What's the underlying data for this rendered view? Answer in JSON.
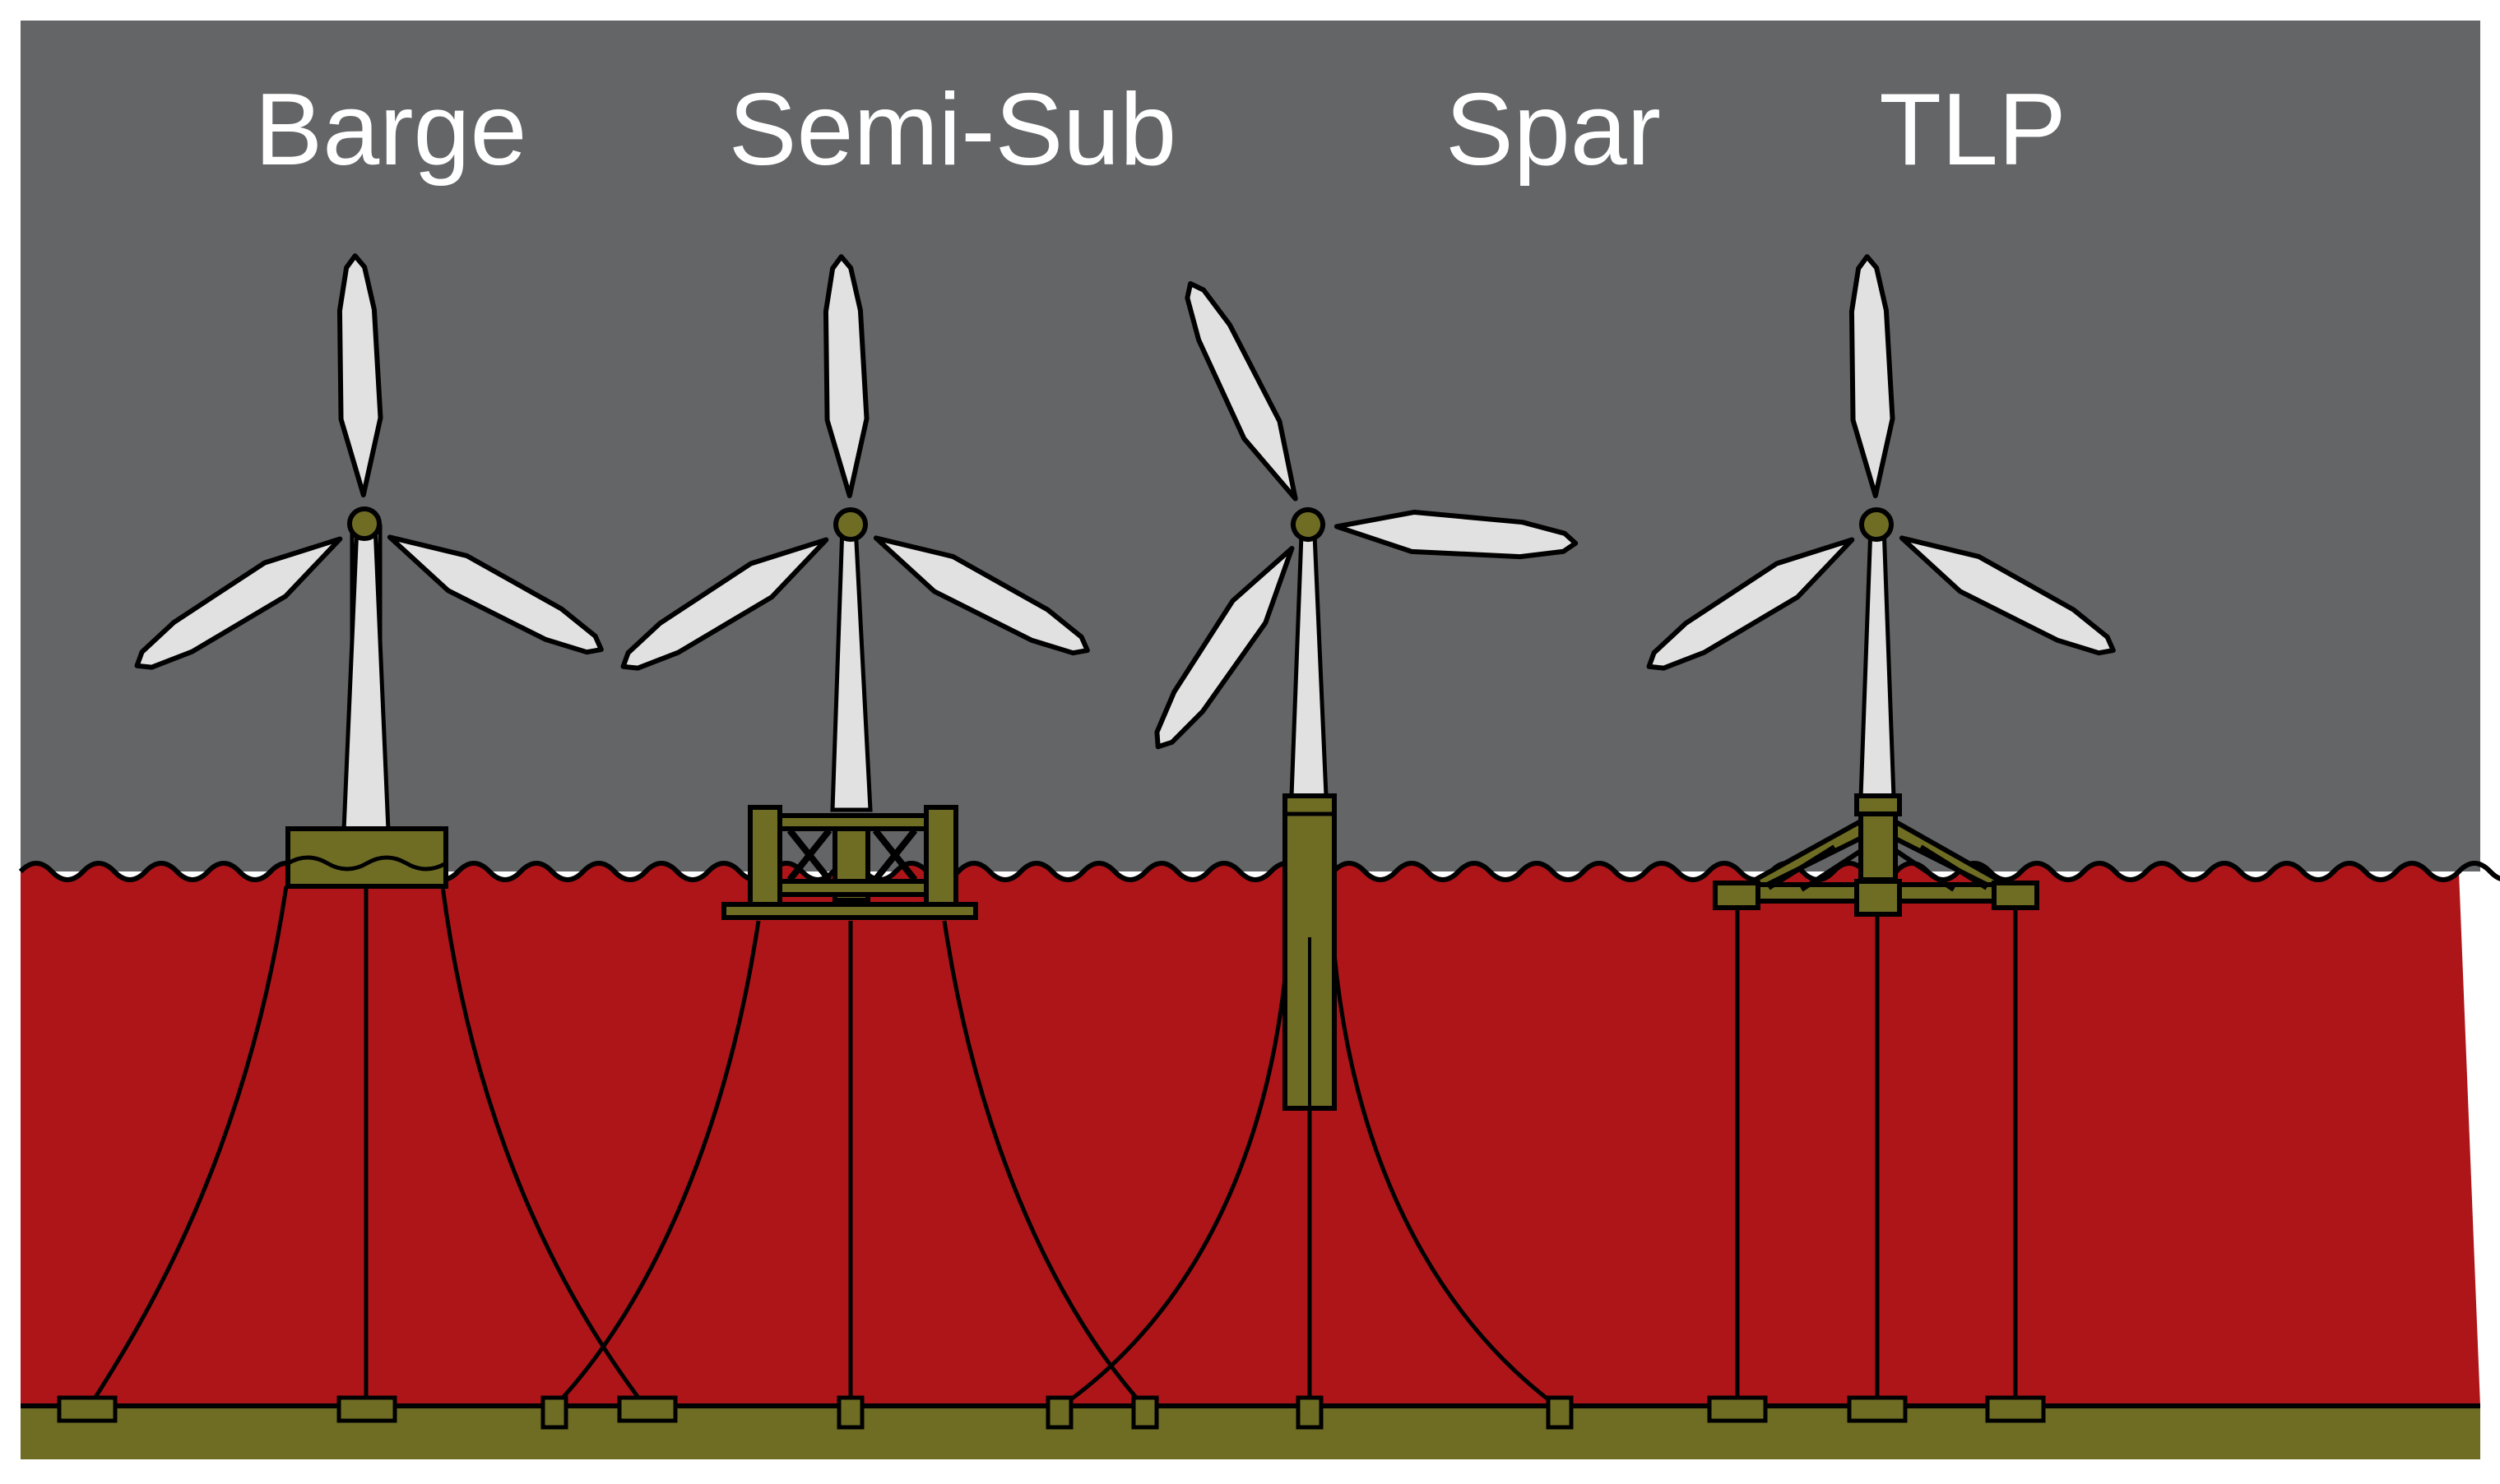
{
  "platforms": [
    {
      "id": "barge",
      "label": "Barge"
    },
    {
      "id": "semi-sub",
      "label": "Semi-Sub"
    },
    {
      "id": "spar",
      "label": "Spar"
    },
    {
      "id": "tlp",
      "label": "TLP"
    }
  ],
  "colors": {
    "sky": "#646567",
    "sea": "#ad1519",
    "seabed": "#6f6d24",
    "structure": "#6f6d24",
    "blade": "#e1e1e1",
    "outline": "#000000",
    "label": "#ffffff"
  }
}
